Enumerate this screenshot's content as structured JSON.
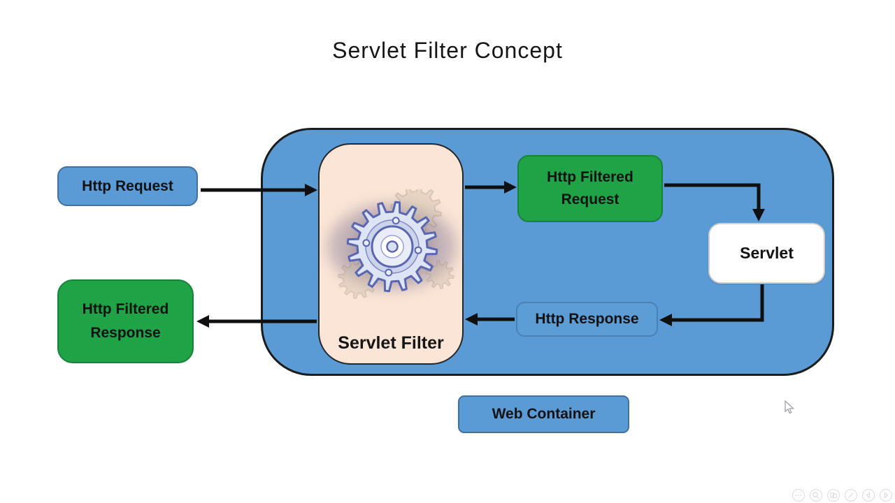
{
  "title": "Servlet Filter Concept",
  "colors": {
    "container_blue": "#5B9BD5",
    "blue_border": "#41719C",
    "green": "#20A346",
    "peach": "#FBE5D6",
    "servlet_white": "#FFFFFF",
    "arrow_black": "#101010"
  },
  "nodes": {
    "http_request": {
      "label": "Http Request"
    },
    "servlet_filter": {
      "label": "Servlet Filter"
    },
    "http_filtered_request": {
      "label": "Http Filtered Request"
    },
    "servlet": {
      "label": "Servlet"
    },
    "http_response": {
      "label": "Http Response"
    },
    "http_filtered_response": {
      "label": "Http Filtered Response"
    },
    "web_container": {
      "label": "Web Container"
    }
  },
  "edges": [
    {
      "from": "http_request",
      "to": "servlet_filter"
    },
    {
      "from": "servlet_filter",
      "to": "http_filtered_request"
    },
    {
      "from": "http_filtered_request",
      "to": "servlet"
    },
    {
      "from": "servlet",
      "to": "http_response"
    },
    {
      "from": "http_response",
      "to": "servlet_filter"
    },
    {
      "from": "servlet_filter",
      "to": "http_filtered_response"
    }
  ],
  "slideshow_toolbar": {
    "controls": [
      "more-options",
      "zoom-slide",
      "see-all-slides",
      "pen-tools",
      "previous-slide",
      "next-slide"
    ]
  }
}
